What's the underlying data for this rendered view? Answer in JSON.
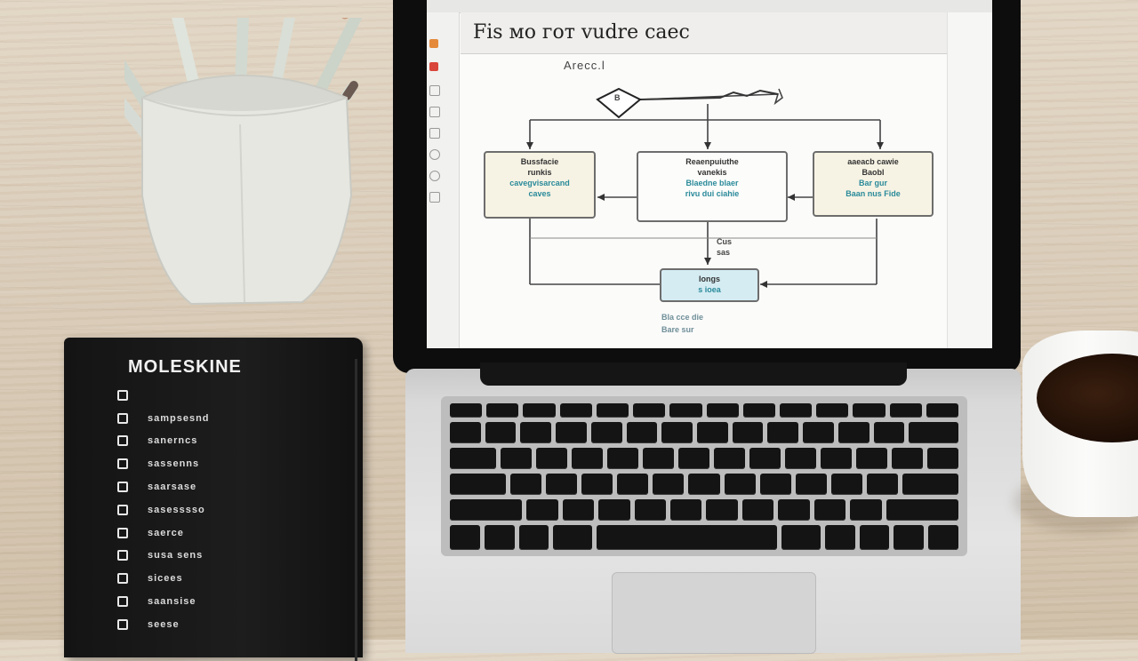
{
  "screen": {
    "document_title": "Fis мо гот vudre caec",
    "diagram_top_label": "Arecc.l",
    "start_node": "B",
    "nodes": [
      {
        "line1": "Bussfacie\nrunkis",
        "line2": "cavegvisarcand\ncaves"
      },
      {
        "line1": "Reaenpuiuthe\nvanekis",
        "line2": "Blaedne blaer\nrivu dui ciahie"
      },
      {
        "line1": "aaeacb cawie\nBaobl",
        "line2": "Bar gur\nBaan nus Fide"
      },
      {
        "line1": "Iongs",
        "line2": "s ioea"
      }
    ],
    "mid_label": "Cus\nsas",
    "bottom_text": "Bla cce die\nBare sur"
  },
  "notebook": {
    "brand": "MOLESKINE",
    "items": [
      "",
      "sampsesnd",
      "sanerncs",
      "sassenns",
      "saarsase",
      "sasesssso",
      "saerce",
      "susa sens",
      "sicees",
      "saansise",
      "seese"
    ]
  },
  "colors": {
    "accent_teal": "#2a8a9a",
    "node_fill": "#f7f3e4",
    "node_blue": "#d5ecf3"
  }
}
